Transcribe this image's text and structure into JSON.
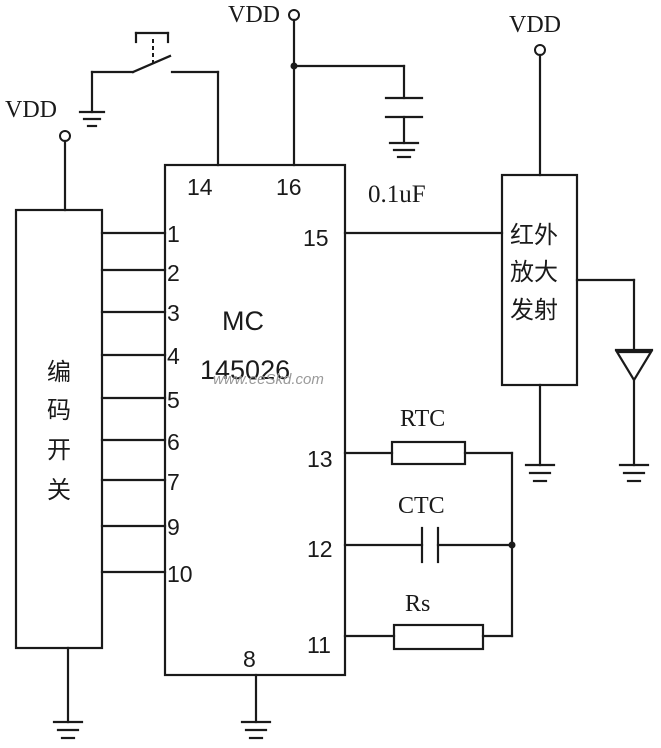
{
  "supply_label": "VDD",
  "ic": {
    "name_line1": "MC",
    "name_line2": "145026",
    "pins_left": [
      "1",
      "2",
      "3",
      "4",
      "5",
      "6",
      "7",
      "9",
      "10"
    ],
    "pin_14": "14",
    "pin_16": "16",
    "pin_15": "15",
    "pin_13": "13",
    "pin_12": "12",
    "pin_11": "11",
    "pin_8": "8"
  },
  "encoder_switch": {
    "chars": [
      "编",
      "码",
      "开",
      "关"
    ]
  },
  "ir_amplifier": {
    "line1": "红外",
    "line2": "放大",
    "line3": "发射"
  },
  "capacitor_value": "0.1uF",
  "rtc_label": "RTC",
  "ctc_label": "CTC",
  "rs_label": "Rs",
  "watermark": "www.eeSkd.com"
}
